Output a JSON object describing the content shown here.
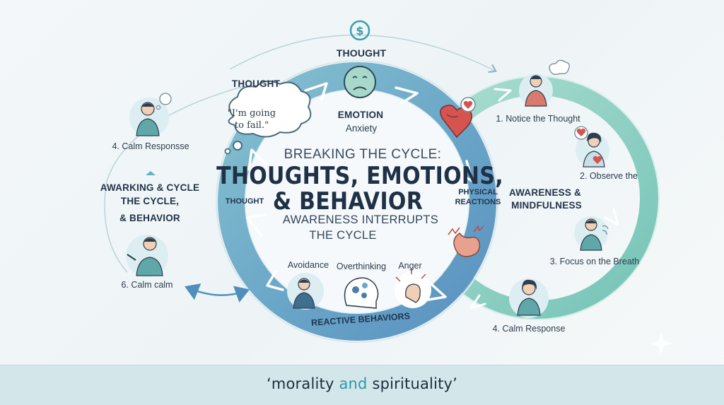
{
  "logo": {
    "name": "dollar-circle-logo"
  },
  "top_label": "THOUGHT",
  "emotion": {
    "title": "EMOTION",
    "value": "Anxiety"
  },
  "left_thought_header": "THOUGHT",
  "thought_bubble": {
    "line1": "\"I'm going",
    "line2": "to fail.\""
  },
  "center": {
    "top_line": "BREAKING THE CYCLE:",
    "main_line1": "THOUGHTS, EMOTIONS,",
    "main_line2": "& BEHAVIOR",
    "sub_line1": "AWARENESS INTERRUPTS",
    "sub_line2": "THE CYCLE"
  },
  "ring_labels": {
    "left": "THOUGHT",
    "right_line1": "PHYSICAL",
    "right_line2": "REACTIONS",
    "bottom": "REACTIVE BEHAVIORS"
  },
  "behaviors": [
    "Avoidance",
    "Overthinking",
    "Anger"
  ],
  "awareness": {
    "line1": "AWARENESS &",
    "line2": "MINDFULNESS"
  },
  "steps": {
    "s1": "1. Notice the Thought",
    "s2": "2. Observe the",
    "s3": "3. Focus on the Breath",
    "s4": "4. Calm Response"
  },
  "left_panel": {
    "calm_response": "4. Calm Responsse",
    "header_line1": "AWARKING & CYCLE",
    "header_line2": "THE CYCLE,",
    "header_line3": "& BEHAVIOR",
    "calm_calm": "6. Calm calm"
  },
  "footer": {
    "quote_open": "‘",
    "word1": "morality ",
    "word2": "and",
    "word3": " spirituality",
    "quote_close": "’"
  },
  "colors": {
    "ring_blue": "#6fa6c9",
    "ring_green": "#7cc9b9",
    "accent_teal": "#2a9aa8",
    "footer_bg": "#d3e6ea"
  }
}
